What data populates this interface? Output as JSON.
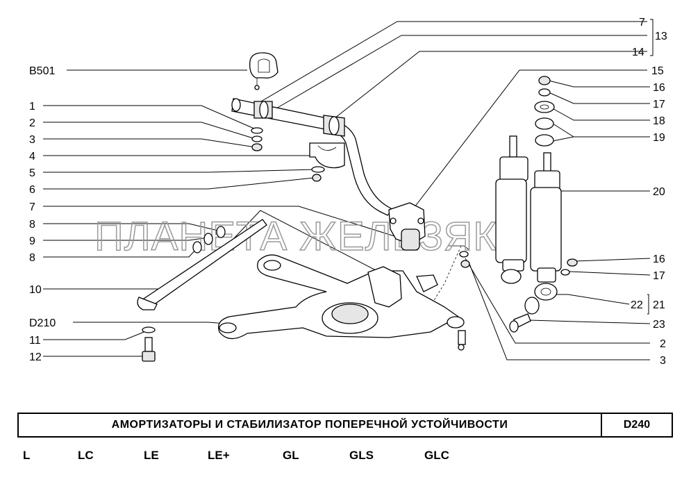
{
  "diagram": {
    "watermark": "ПЛАНЕТА ЖЕЛЕЗЯКА",
    "callouts_left": [
      "B501",
      "1",
      "2",
      "3",
      "4",
      "5",
      "6",
      "7",
      "8",
      "9",
      "8",
      "10",
      "D210",
      "11",
      "12"
    ],
    "callouts_right": [
      "7",
      "13",
      "14",
      "15",
      "16",
      "17",
      "18",
      "19",
      "20",
      "16",
      "17",
      "22",
      "21",
      "23",
      "2",
      "3"
    ]
  },
  "title_block": {
    "title": "АМОРТИЗАТОРЫ И СТАБИЛИЗАТОР ПОПЕРЕЧНОЙ УСТОЙЧИВОСТИ",
    "code": "D240"
  },
  "variants": [
    "L",
    "LC",
    "LE",
    "LE+",
    "GL",
    "GLS",
    "GLC"
  ]
}
